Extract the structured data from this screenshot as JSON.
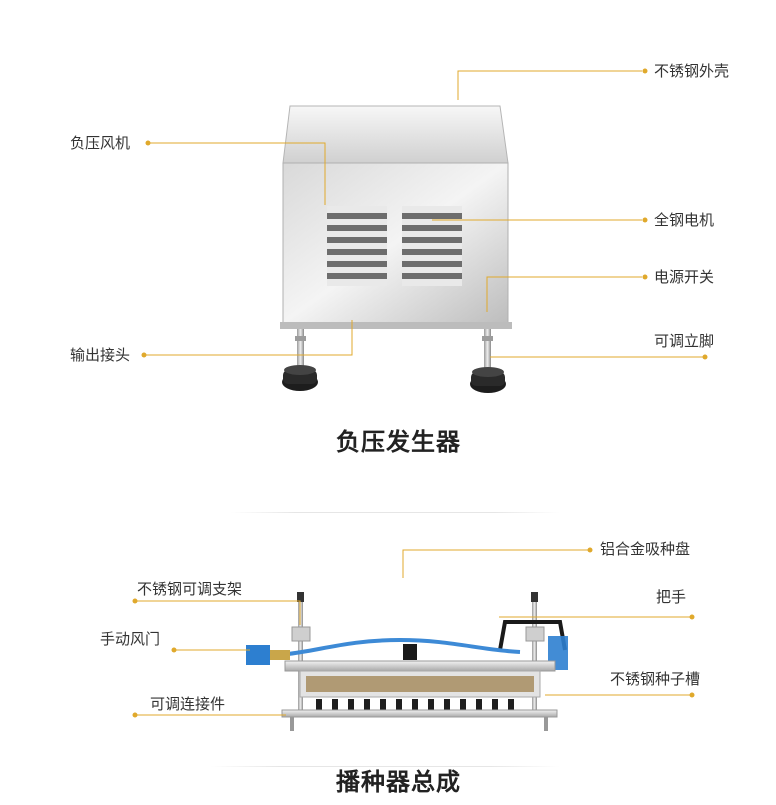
{
  "top_section": {
    "labels": {
      "shell": "不锈钢外壳",
      "fan": "负压风机",
      "motor": "全钢电机",
      "switch": "电源开关",
      "outlet": "输出接头",
      "feet": "可调立脚"
    },
    "title": "负压发生器"
  },
  "bottom_section": {
    "labels": {
      "tray": "铝合金吸种盘",
      "bracket": "不锈钢可调支架",
      "handle": "把手",
      "damper": "手动风门",
      "groove": "不锈钢种子槽",
      "connector": "可调连接件"
    },
    "title": "播种器总成"
  },
  "colors": {
    "leader": "#e0a92c",
    "text": "#333333",
    "steel": "#c8c8c8"
  }
}
